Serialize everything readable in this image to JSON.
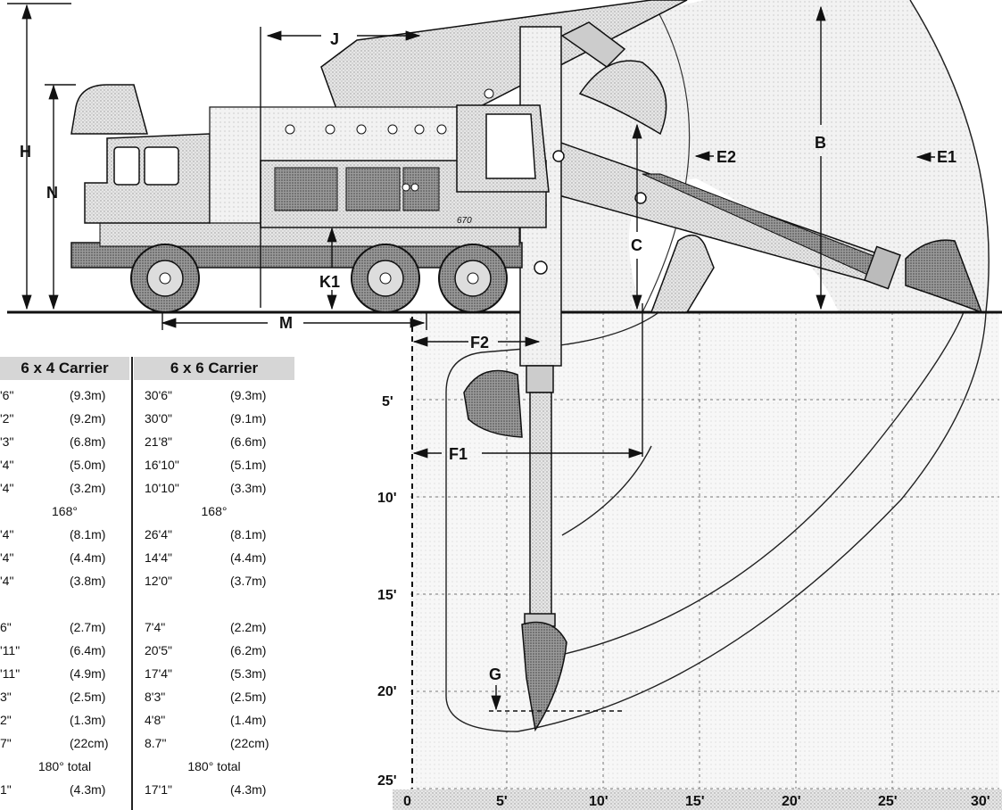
{
  "dimension_labels": {
    "J": "J",
    "H": "H",
    "N": "N",
    "K1": "K1",
    "M": "M",
    "C": "C",
    "B": "B",
    "E2": "E2",
    "E1": "E1",
    "F1": "F1",
    "F2": "F2",
    "G": "G"
  },
  "cab_marking": "670",
  "grid": {
    "depth_labels": [
      "5'",
      "10'",
      "15'",
      "20'",
      "25'"
    ],
    "reach_labels": [
      "0",
      "5'",
      "10'",
      "15'",
      "20'",
      "25'",
      "30'"
    ]
  },
  "spec_table": {
    "header_6x4": "6 x 4 Carrier",
    "header_6x6": "6 x 6 Carrier",
    "rows": [
      {
        "a": "'6\"",
        "b": "(9.3m)",
        "c": "30'6\"",
        "d": "(9.3m)"
      },
      {
        "a": "'2\"",
        "b": "(9.2m)",
        "c": "30'0\"",
        "d": "(9.1m)"
      },
      {
        "a": "'3\"",
        "b": "(6.8m)",
        "c": "21'8\"",
        "d": "(6.6m)"
      },
      {
        "a": "'4\"",
        "b": "(5.0m)",
        "c": "16'10\"",
        "d": "(5.1m)"
      },
      {
        "a": "'4\"",
        "b": "(3.2m)",
        "c": "10'10\"",
        "d": "(3.3m)"
      },
      {
        "span_6x4": "168°",
        "span_6x6": "168°"
      },
      {
        "a": "'4\"",
        "b": "(8.1m)",
        "c": "26'4\"",
        "d": "(8.1m)"
      },
      {
        "a": "'4\"",
        "b": "(4.4m)",
        "c": "14'4\"",
        "d": "(4.4m)"
      },
      {
        "a": "'4\"",
        "b": "(3.8m)",
        "c": "12'0\"",
        "d": "(3.7m)"
      },
      {
        "blank": ""
      },
      {
        "a": "6\"",
        "b": "(2.7m)",
        "c": "7'4\"",
        "d": "(2.2m)"
      },
      {
        "a": "'11\"",
        "b": "(6.4m)",
        "c": "20'5\"",
        "d": "(6.2m)"
      },
      {
        "a": "'11\"",
        "b": "(4.9m)",
        "c": "17'4\"",
        "d": "(5.3m)"
      },
      {
        "a": "3\"",
        "b": "(2.5m)",
        "c": "8'3\"",
        "d": "(2.5m)"
      },
      {
        "a": "2\"",
        "b": "(1.3m)",
        "c": "4'8\"",
        "d": "(1.4m)"
      },
      {
        "a": "7\"",
        "b": "(22cm)",
        "c": "8.7\"",
        "d": "(22cm)"
      },
      {
        "span_6x4": "180° total",
        "span_6x6": "180° total"
      },
      {
        "a": "1\"",
        "b": "(4.3m)",
        "c": "17'1\"",
        "d": "(4.3m)"
      }
    ]
  }
}
